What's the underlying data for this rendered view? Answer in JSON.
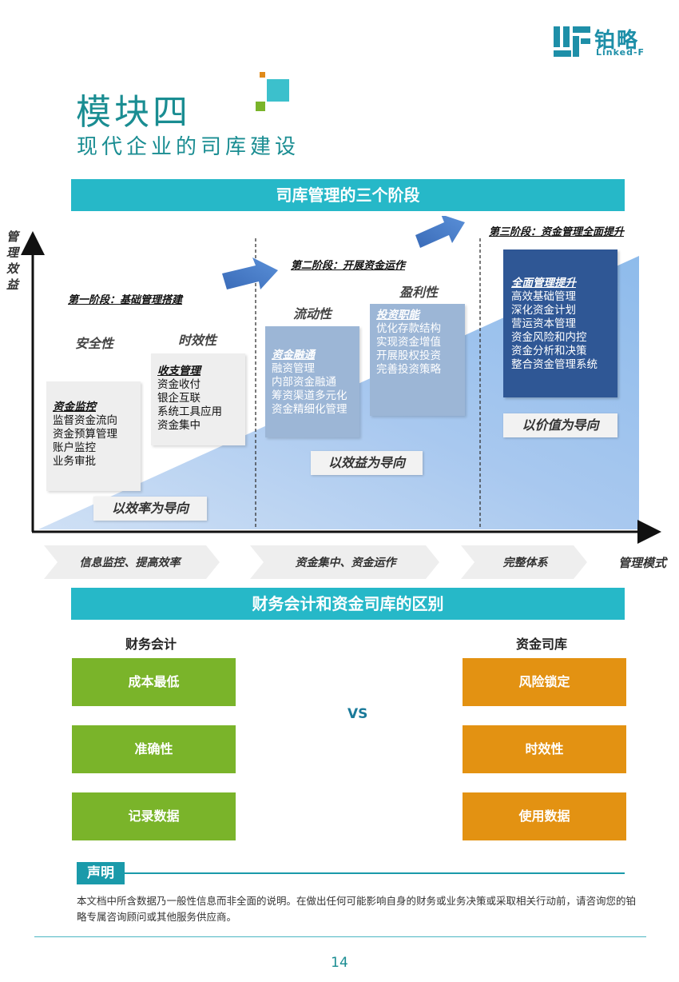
{
  "logo": {
    "name": "铂略",
    "en": "Linked-F"
  },
  "title": {
    "main": "模块四",
    "sub": "现代企业的司库建设"
  },
  "section1": {
    "header": "司库管理的三个阶段",
    "y_axis": "管理效益",
    "x_axis": "管理模式",
    "stage1": {
      "label": "第一阶段：基础管理搭建",
      "props": [
        "安全性",
        "时效性"
      ],
      "box1": {
        "head": "资金监控",
        "items": [
          "监督资金流向",
          "资金预算管理",
          "账户监控",
          "业务审批"
        ]
      },
      "box2": {
        "head": "收支管理",
        "items": [
          "资金收付",
          "银企互联",
          "系统工具应用",
          "资金集中"
        ]
      },
      "orient": "以效率为导向",
      "mode": "信息监控、提高效率"
    },
    "stage2": {
      "label": "第二阶段：开展资金运作",
      "props": [
        "流动性",
        "盈利性"
      ],
      "box1": {
        "head": "资金融通",
        "items": [
          "融资管理",
          "内部资金融通",
          "筹资渠道多元化",
          "资金精细化管理"
        ]
      },
      "box2": {
        "head": "投资职能",
        "items": [
          "优化存款结构",
          "实现资金增值",
          "开展股权投资",
          "完善投资策略"
        ]
      },
      "orient": "以效益为导向",
      "mode": "资金集中、资金运作"
    },
    "stage3": {
      "label": "第三阶段：资金管理全面提升",
      "box": {
        "head": "全面管理提升",
        "items": [
          "高效基础管理",
          "深化资金计划",
          "营运资本管理",
          "资金风险和内控",
          "资金分析和决策",
          "整合资金管理系统"
        ]
      },
      "orient": "以价值为导向",
      "mode": "完整体系"
    }
  },
  "section2": {
    "header": "财务会计和资金司库的区别",
    "left_title": "财务会计",
    "right_title": "资金司库",
    "left_items": [
      "成本最低",
      "准确性",
      "记录数据"
    ],
    "right_items": [
      "风险锁定",
      "时效性",
      "使用数据"
    ],
    "vs": "VS"
  },
  "declaration": {
    "title": "声明",
    "text": "本文档中所含数据乃一般性信息而非全面的说明。在做出任何可能影响自身的财务或业务决策或采取相关行动前，请咨询您的铂略专属咨询顾问或其他服务供应商。"
  },
  "page_number": "14",
  "colors": {
    "teal": "#26b8c8",
    "green": "#7ab42a",
    "orange": "#e39212",
    "dark_blue": "#2f5795",
    "light_blue": "#9cb6d6"
  }
}
